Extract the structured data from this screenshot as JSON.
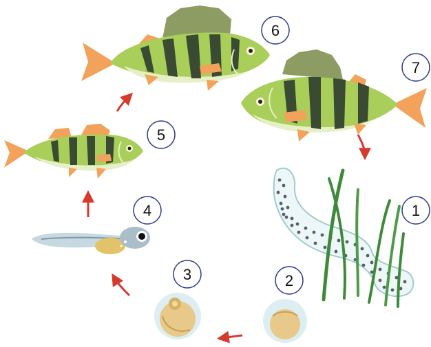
{
  "stages": [
    {
      "number": "1",
      "subject": "egg-strand-on-water-plants"
    },
    {
      "number": "2",
      "subject": "single-egg"
    },
    {
      "number": "3",
      "subject": "developing-embryo"
    },
    {
      "number": "4",
      "subject": "hatched-larva"
    },
    {
      "number": "5",
      "subject": "juvenile-perch"
    },
    {
      "number": "6",
      "subject": "adult-perch"
    },
    {
      "number": "7",
      "subject": "spawning-adult-perch"
    }
  ],
  "colors": {
    "body": "#a9cf5a",
    "belly": "#e6f0c8",
    "stripe": "#3b4a33",
    "fin_tail": "#f2a25a",
    "fin_dorsal_adult": "#8c9c63",
    "arrow": "#d63a2c",
    "plant": "#3f8a3a",
    "egg_strand": "#bfe0e6",
    "egg_dot": "#54606a",
    "number_circle": "#2a3a8c"
  },
  "icons": [
    "fish-icon",
    "egg-icon",
    "larva-icon",
    "plant-icon",
    "arrow-icon"
  ]
}
